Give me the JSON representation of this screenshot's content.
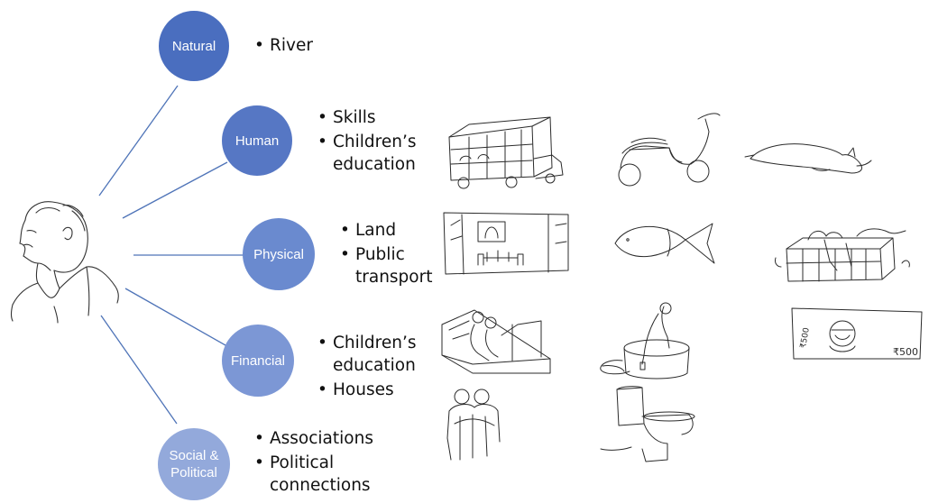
{
  "capitals": [
    {
      "label": "Natural",
      "color": "#4a6ebf",
      "items": [
        "River"
      ]
    },
    {
      "label": "Human",
      "color": "#5677c4",
      "items": [
        "Skills",
        "Children’s\neducation"
      ]
    },
    {
      "label": "Physical",
      "color": "#6a8acf",
      "items": [
        "Land",
        "Public\ntransport"
      ]
    },
    {
      "label": "Financial",
      "color": "#7c97d5",
      "items": [
        "Children’s\neducation",
        "Houses"
      ]
    },
    {
      "label": "Social &\nPolitical",
      "color": "#93a9db",
      "items": [
        "Associations",
        "Political\nconnections"
      ]
    }
  ],
  "sketches": [
    {
      "name": "truck-sketch"
    },
    {
      "name": "scooter-sketch"
    },
    {
      "name": "dog-sketch"
    },
    {
      "name": "house-sketch"
    },
    {
      "name": "fish-sketch"
    },
    {
      "name": "crate-birds-sketch"
    },
    {
      "name": "shop-sketch"
    },
    {
      "name": "water-tank-sketch"
    },
    {
      "name": "banknote-sketch",
      "text": "₹500"
    },
    {
      "name": "two-people-sketch"
    },
    {
      "name": "toilet-sketch"
    }
  ],
  "line_color": "#4f74b8"
}
